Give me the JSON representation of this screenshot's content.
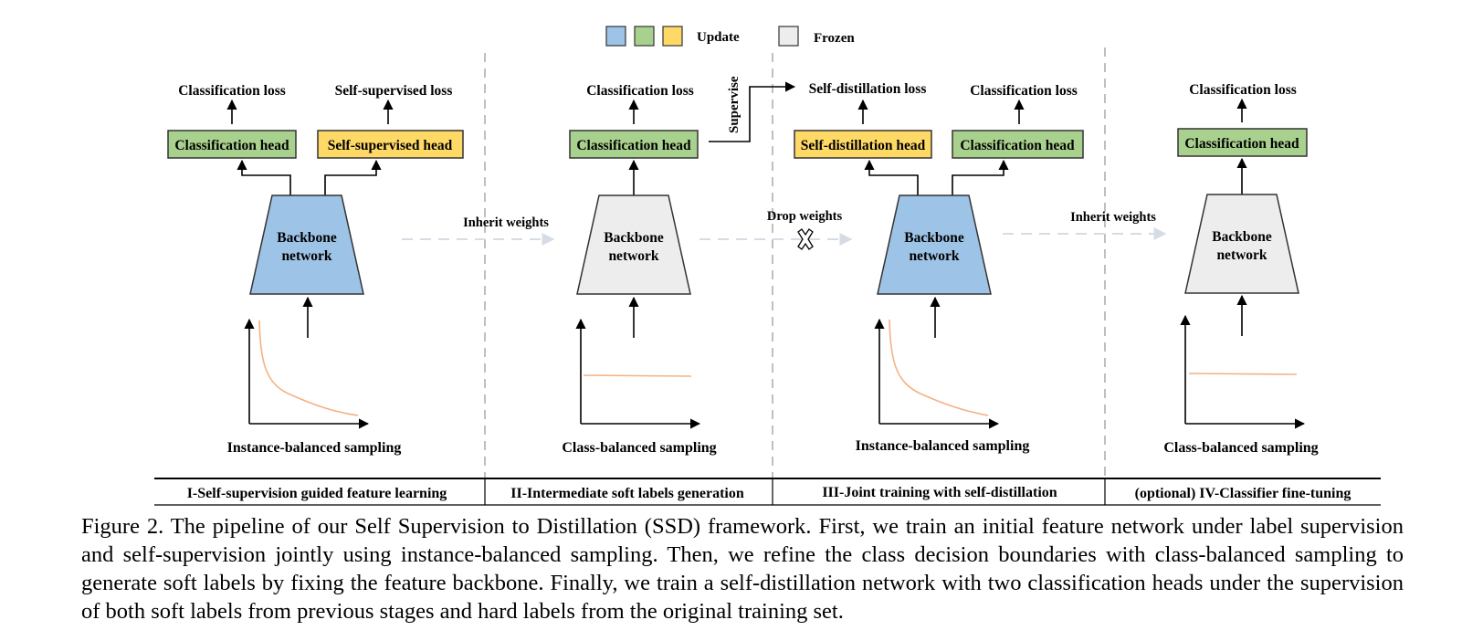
{
  "legend": {
    "update_label": "Update",
    "frozen_label": "Frozen",
    "update_colors": [
      "#9dc3e6",
      "#a9d18e",
      "#ffd966"
    ],
    "frozen_color": "#ededed"
  },
  "colors": {
    "backbone_update": "#9dc3e6",
    "backbone_frozen": "#ededed",
    "classification_head": "#a9d18e",
    "aux_head": "#ffd966",
    "distribution_curve": "#f4b183",
    "transition_arrow": "#d6dce5",
    "divider": "#bfbfbf"
  },
  "stages": [
    {
      "title": "I-Self-supervision guided feature learning",
      "backbone": {
        "line1": "Backbone",
        "line2": "network",
        "state": "update"
      },
      "heads": [
        {
          "label": "Classification head",
          "type": "classification",
          "loss": "Classification loss"
        },
        {
          "label": "Self-supervised head",
          "type": "auxiliary",
          "loss": "Self-supervised loss"
        }
      ],
      "sampling": {
        "label": "Instance-balanced sampling",
        "distribution": "long-tailed"
      }
    },
    {
      "title": "II-Intermediate soft labels generation",
      "backbone": {
        "line1": "Backbone",
        "line2": "network",
        "state": "frozen"
      },
      "heads": [
        {
          "label": "Classification head",
          "type": "classification",
          "loss": "Classification loss"
        }
      ],
      "sampling": {
        "label": "Class-balanced sampling",
        "distribution": "uniform"
      }
    },
    {
      "title": "III-Joint training with self-distillation",
      "backbone": {
        "line1": "Backbone",
        "line2": "network",
        "state": "update"
      },
      "heads": [
        {
          "label": "Self-distillation head",
          "type": "auxiliary",
          "loss": "Self-distillation loss"
        },
        {
          "label": "Classification head",
          "type": "classification",
          "loss": "Classification loss"
        }
      ],
      "sampling": {
        "label": "Instance-balanced sampling",
        "distribution": "long-tailed"
      }
    },
    {
      "title": "(optional) IV-Classifier fine-tuning",
      "backbone": {
        "line1": "Backbone",
        "line2": "network",
        "state": "frozen"
      },
      "heads": [
        {
          "label": "Classification head",
          "type": "classification",
          "loss": "Classification loss"
        }
      ],
      "sampling": {
        "label": "Class-balanced sampling",
        "distribution": "uniform"
      }
    }
  ],
  "transitions": [
    {
      "label": "Inherit weights",
      "dropped": false
    },
    {
      "label": "Drop weights",
      "dropped": true
    },
    {
      "label": "Inherit weights",
      "dropped": false
    }
  ],
  "supervise_label": "Supervise",
  "caption": "Figure 2. The pipeline of our Self Supervision to Distillation (SSD) framework.  First, we train an initial feature network under label supervision and self-supervision jointly using instance-balanced sampling.  Then, we refine the class decision boundaries with class-balanced sampling to generate soft labels by fixing the feature backbone. Finally, we train a self-distillation network with two classification heads under the supervision of both soft labels from previous stages and hard labels from the original training set."
}
